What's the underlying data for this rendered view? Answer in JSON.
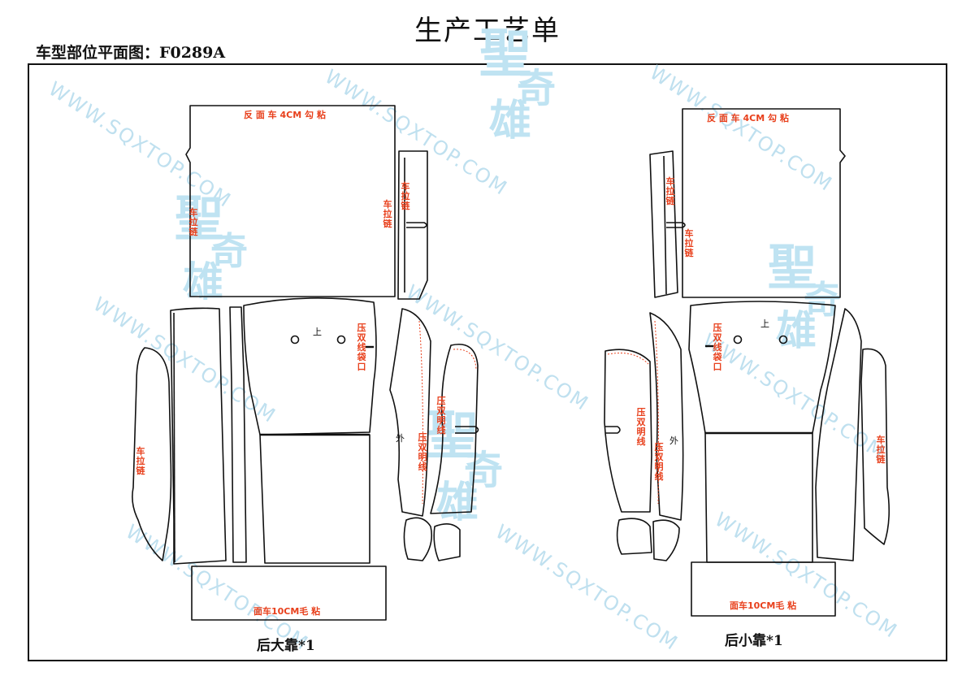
{
  "header": {
    "title": "生产工艺单",
    "model": "车型部位平面图：F0289A"
  },
  "watermark": {
    "text": "WWW.SQXTOP.COM",
    "logo_chars": [
      "聖",
      "奇",
      "雄"
    ],
    "color": "#bfe0ef"
  },
  "left_panel": {
    "label": "后大靠*1",
    "notes": {
      "top": "反 面 车 4CM  勾  粘",
      "zip_left": "车拉链",
      "zip_mid": "车拉链",
      "zip_strip": "车拉链",
      "zip_side": "车拉链",
      "pocket": "压双线袋口",
      "seam_a": "压双明线",
      "seam_b": "压双明线",
      "bottom": "面车10CM毛  粘"
    },
    "marks": {
      "up": "上",
      "out": "外"
    }
  },
  "right_panel": {
    "label": "后小靠*1",
    "notes": {
      "top": "反 面 车 4CM  勾  粘",
      "zip_strip": "车拉链",
      "zip_mid": "车拉链",
      "zip_side": "车拉链",
      "pocket": "压双线袋口",
      "seam_a": "压双明线",
      "seam_b": "压双明线",
      "bottom": "面车10CM毛  粘"
    },
    "marks": {
      "up": "上",
      "out": "外"
    }
  },
  "colors": {
    "outline": "#111111",
    "note": "#e8401c",
    "frame": "#111111"
  }
}
